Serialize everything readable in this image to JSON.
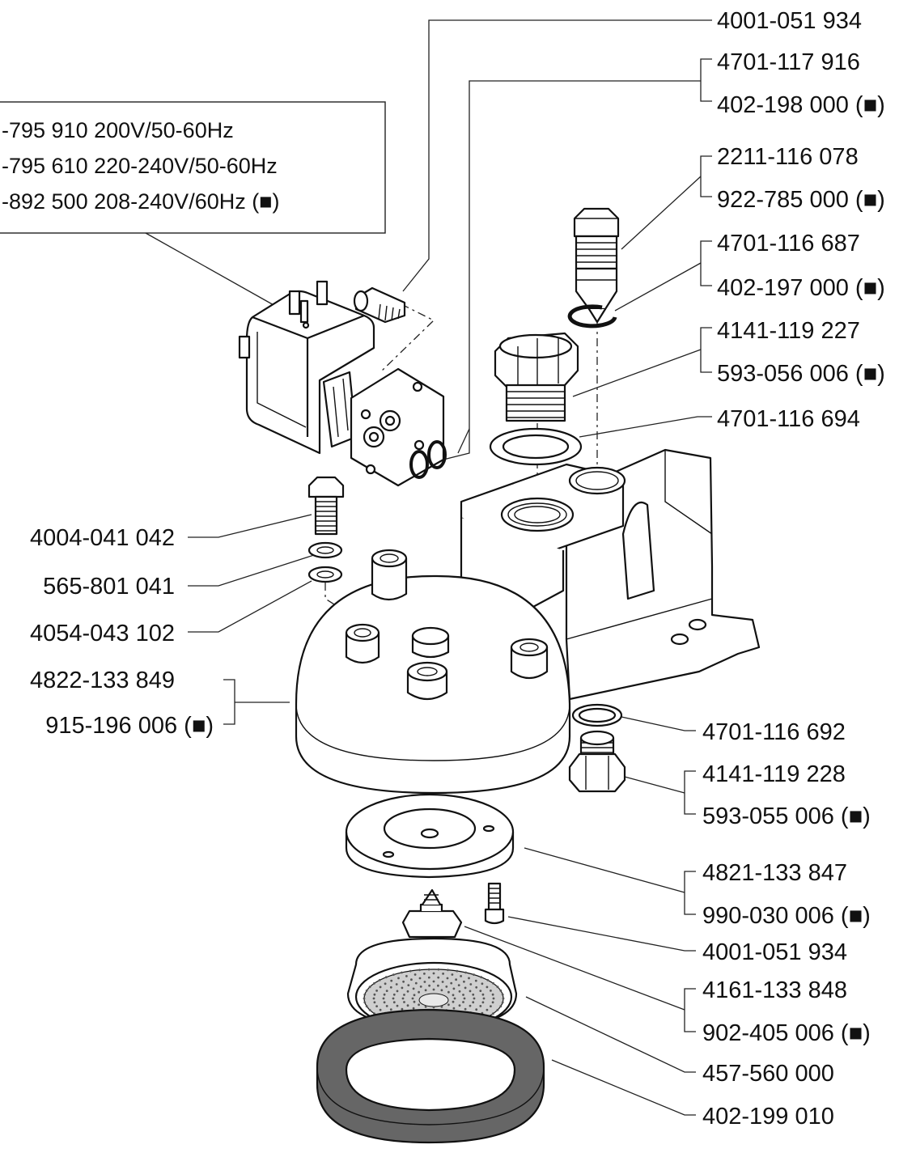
{
  "solenoid_box": {
    "lines": [
      "-795 910 200V/50-60Hz",
      "-795 610 220-240V/50-60Hz",
      "-892 500 208-240V/60Hz (■)"
    ]
  },
  "labels": {
    "screw_top": "4001-051 934",
    "oring_a_1": "4701-117 916",
    "oring_a_2": "402-198 000 (■)",
    "valve_1": "2211-116 078",
    "valve_2": "922-785 000 (■)",
    "clip_1": "4701-116 687",
    "clip_2": "402-197 000 (■)",
    "plug_1": "4141-119 227",
    "plug_2": "593-056 006 (■)",
    "gasket_top": "4701-116 694",
    "bolt": "4004-041 042",
    "lock_washer": "565-801 041",
    "flat_washer": "4054-043 102",
    "group_1": "4822-133 849",
    "group_2": "915-196 006 (■)",
    "gasket_small": "4701-116 692",
    "plug_small_1": "4141-119 228",
    "plug_small_2": "593-055 006 (■)",
    "plate_1": "4821-133 847",
    "plate_2": "990-030 006 (■)",
    "screw_bottom": "4001-051 934",
    "nut_1": "4161-133 848",
    "nut_2": "902-405 006 (■)",
    "shower": "457-560 000",
    "seal": "402-199 010"
  }
}
